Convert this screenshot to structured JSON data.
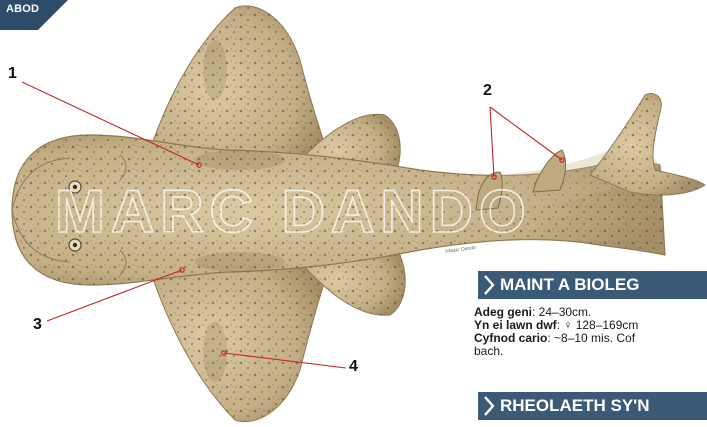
{
  "corner_tag": "ABOD",
  "watermark": "MARC DANDO",
  "image_credit": "©Marc Dando",
  "callouts": [
    "1",
    "2",
    "3",
    "4"
  ],
  "headings": {
    "size_biology": "MAINT A BIOLEG",
    "regulation": "RHEOLAETH SY'N"
  },
  "facts": {
    "birth_label": "Adeg geni",
    "birth_value": ": 24–30cm.",
    "adult_label": "Yn ei lawn dwf",
    "adult_value": ": ♀ 128–169cm",
    "gestation_label": "Cyfnod cario",
    "gestation_value": ": ~8–10 mis. Cof",
    "gestation_cont": "bach."
  },
  "colors": {
    "banner": "#3a5a78",
    "corner": "#2e4c6a",
    "callout_line": "#c0262b",
    "shark_body": "#c9b690",
    "shark_shadow": "#8e7a56"
  }
}
